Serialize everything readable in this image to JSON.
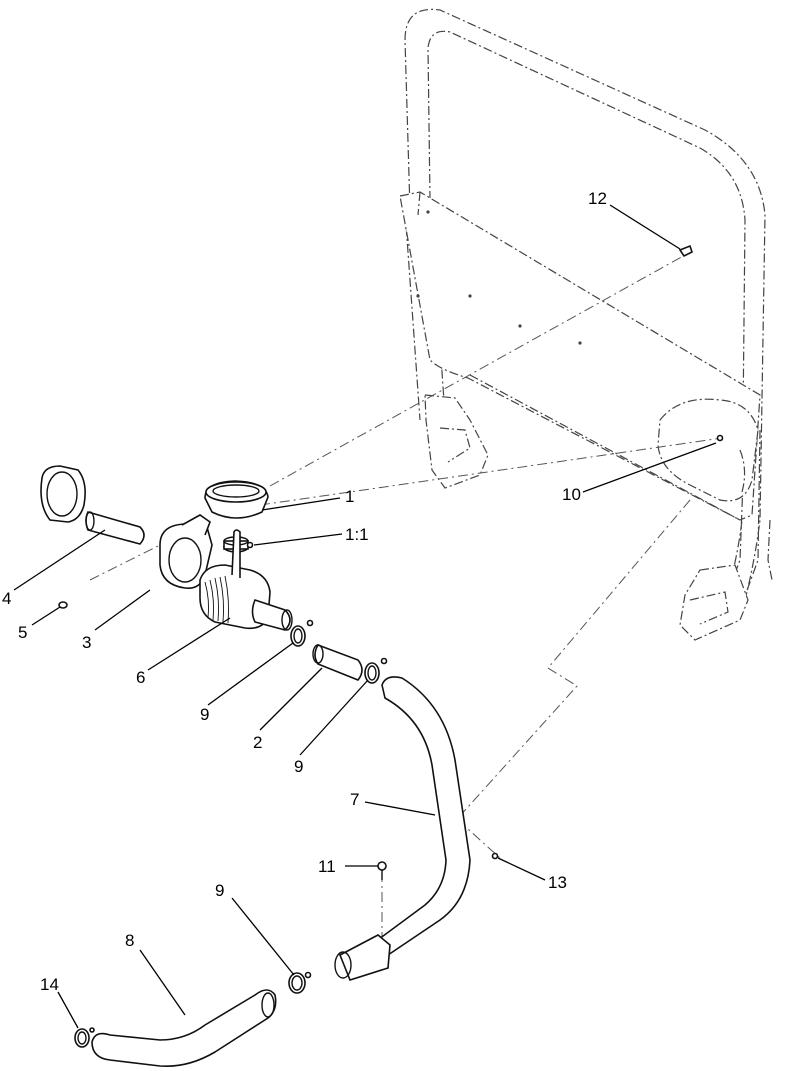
{
  "callouts": [
    {
      "id": "c1",
      "label": "1"
    },
    {
      "id": "c1b",
      "label": "1:1"
    },
    {
      "id": "c2",
      "label": "2"
    },
    {
      "id": "c3",
      "label": "3"
    },
    {
      "id": "c4",
      "label": "4"
    },
    {
      "id": "c5",
      "label": "5"
    },
    {
      "id": "c6",
      "label": "6"
    },
    {
      "id": "c7",
      "label": "7"
    },
    {
      "id": "c8",
      "label": "8"
    },
    {
      "id": "c9a",
      "label": "9"
    },
    {
      "id": "c9b",
      "label": "9"
    },
    {
      "id": "c9c",
      "label": "9"
    },
    {
      "id": "c10",
      "label": "10"
    },
    {
      "id": "c11",
      "label": "11"
    },
    {
      "id": "c12",
      "label": "12"
    },
    {
      "id": "c13",
      "label": "13"
    },
    {
      "id": "c14",
      "label": "14"
    }
  ]
}
